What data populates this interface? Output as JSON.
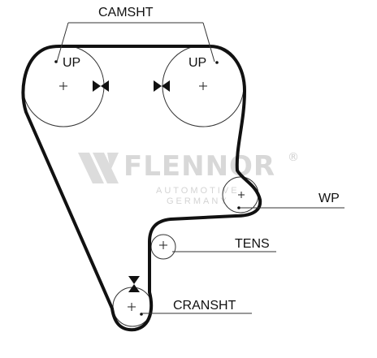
{
  "labels": {
    "camshaft": "CAMSHT",
    "up_left": "UP",
    "up_right": "UP",
    "water_pump": "WP",
    "tensioner": "TENS",
    "crankshaft": "CRANSHT"
  },
  "watermark": {
    "brand": "FLENNOR",
    "registered": "®",
    "line1": "AUTOMOTIVE",
    "line2": "GERMANY"
  },
  "icons": {
    "timing-mark": "bowtie-triangles",
    "crank-mark": "hourglass-triangles",
    "pulley-center": "plus",
    "reference-dot": "dot"
  },
  "colors": {
    "belt": "#111111",
    "line": "#333333",
    "watermark": "#d8d8d8",
    "background": "#ffffff"
  }
}
